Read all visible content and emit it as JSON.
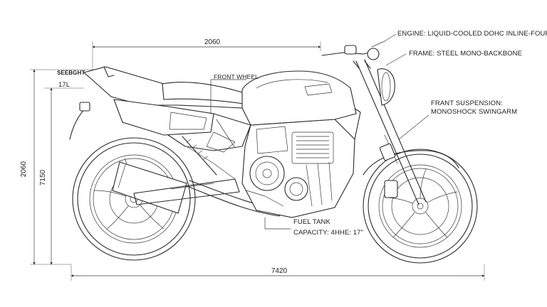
{
  "dimensions": {
    "overall_length_top": "2060",
    "overall_length_bottom": "7420",
    "height_outer": "2060",
    "height_inner": "7150",
    "seat_height_label": "SEEBGHT",
    "seat_height_value": "17L"
  },
  "callouts": {
    "engine": "ENGINE: LIQUID-COOLED DOHC INLINE-FOUR",
    "frame": "FRAME: STEEL MONO-BACKBONE",
    "front_suspension_line1": "FRANT SUSPENSION:",
    "front_suspension_line2": "MONOSHOCK SWINGARM",
    "front_wheel": "FRONT WHEEL",
    "fuel_tank_line1": "FUEL TANK",
    "fuel_tank_line2": "CAPACITY: 4HHE: 17\""
  },
  "colors": {
    "line": "#2a2a2a",
    "background": "#ffffff"
  }
}
